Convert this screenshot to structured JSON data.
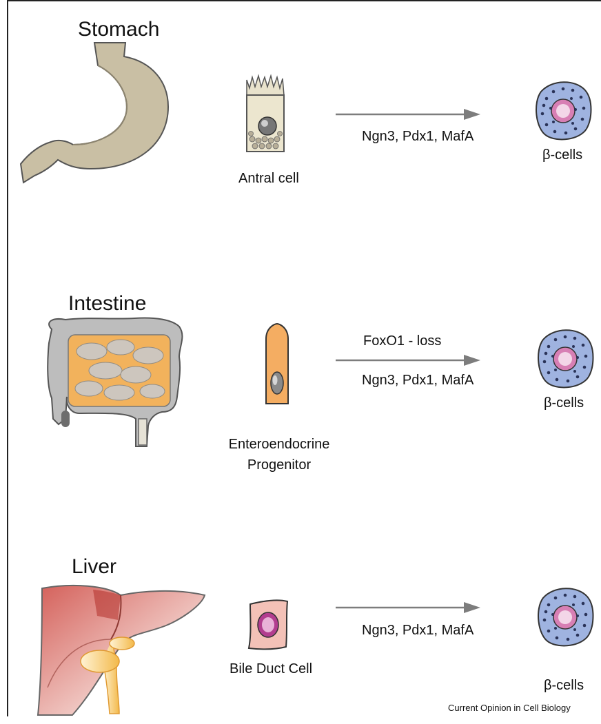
{
  "rows": [
    {
      "organ": "Stomach",
      "cell": "Antral cell",
      "factors_above": "",
      "factors_below": "Ngn3, Pdx1, MafA",
      "target": "β-cells"
    },
    {
      "organ": "Intestine",
      "cell": "Enteroendocrine\nProgenitor",
      "factors_above": "FoxO1 - loss",
      "factors_below": "Ngn3, Pdx1, MafA",
      "target": "β-cells"
    },
    {
      "organ": "Liver",
      "cell": "Bile Duct Cell",
      "factors_above": "",
      "factors_below": "Ngn3, Pdx1, MafA",
      "target": "β-cells"
    }
  ],
  "credit": "Current Opinion in Cell Biology",
  "colors": {
    "stomach": "#c9bfa4",
    "intestine_outer": "#bdbdbd",
    "intestine_inner": "#f2b25c",
    "liver": "#c9534a",
    "bile_duct": "#f3b94a",
    "beta_cell": "#9fb3e0",
    "beta_nucleus": "#d77fb4",
    "arrow": "#7d7d7d",
    "progenitor": "#f4ad62"
  }
}
